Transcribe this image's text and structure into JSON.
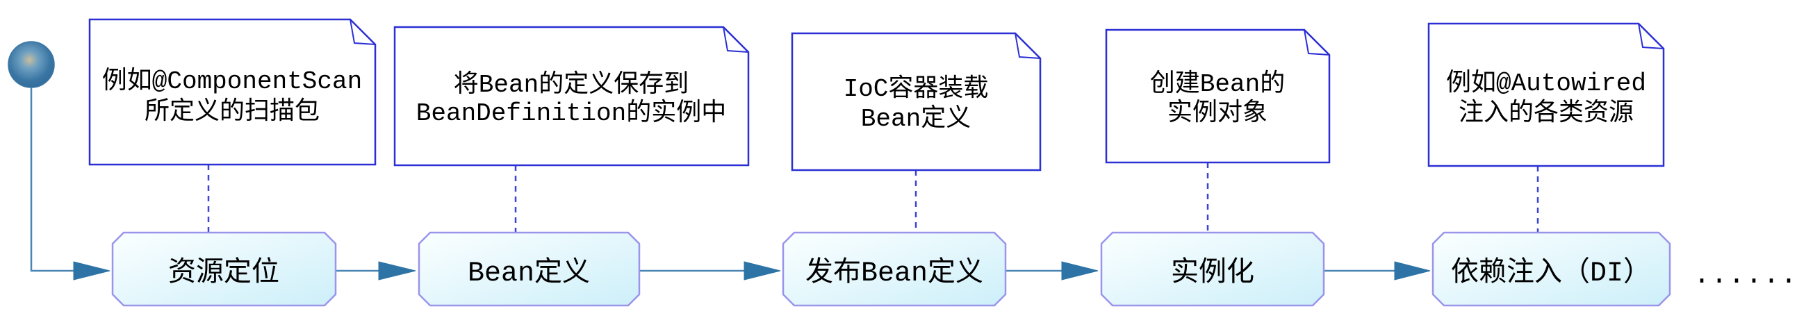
{
  "diagram": {
    "type": "flowchart",
    "topic": "Spring IoC container bean lifecycle flow",
    "colors": {
      "note_border": "#2b2fd4",
      "note_fill": "#ffffff",
      "step_border": "#9a94ea",
      "step_fill_start": "#fbffff",
      "step_fill_end": "#cdeff9",
      "dashed_line": "#3a43d6",
      "arrow_line": "#4b86b3",
      "arrow_head": "#2d73a6",
      "start_circle_center": "#c9bd9e",
      "start_circle_edge": "#35709d",
      "text": "#000000"
    },
    "start_node": "start-circle",
    "notes": [
      {
        "lines": [
          "例如@ComponentScan",
          "所定义的扫描包"
        ]
      },
      {
        "lines": [
          "将Bean的定义保存到",
          "BeanDefinition的实例中"
        ]
      },
      {
        "lines": [
          "IoC容器装载",
          "Bean定义"
        ]
      },
      {
        "lines": [
          "创建Bean的",
          "实例对象"
        ]
      },
      {
        "lines": [
          "例如@Autowired",
          "注入的各类资源"
        ]
      }
    ],
    "steps": [
      {
        "label": "资源定位"
      },
      {
        "label": "Bean定义"
      },
      {
        "label": "发布Bean定义"
      },
      {
        "label": "实例化"
      },
      {
        "label": "依赖注入（DI）"
      }
    ],
    "ellipsis": "......"
  }
}
